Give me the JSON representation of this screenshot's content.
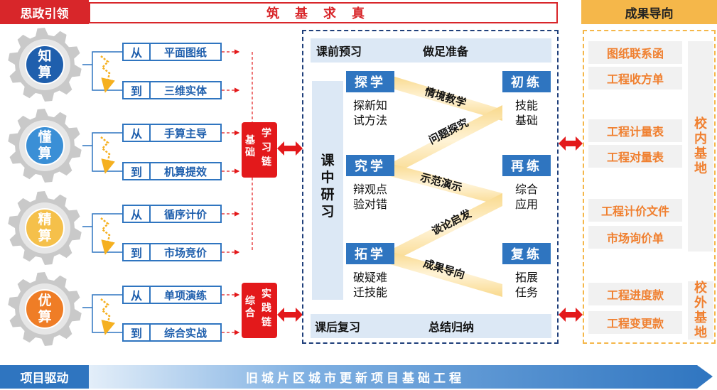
{
  "header": {
    "left_tag": "思政引领",
    "title": "筑基求真",
    "right_tag": "成果导向"
  },
  "gears": [
    {
      "top": "知",
      "bottom": "算",
      "color": "#1f5fad",
      "from": "平面图纸",
      "to": "三维实体"
    },
    {
      "top": "懂",
      "bottom": "算",
      "color": "#3a8fd6",
      "from": "手算主导",
      "to": "机算提效"
    },
    {
      "top": "精",
      "bottom": "算",
      "color": "#f5c04a",
      "from": "循序计价",
      "to": "市场竞价"
    },
    {
      "top": "优",
      "bottom": "算",
      "color": "#ef7d26",
      "from": "单项演练",
      "to": "综合实战"
    }
  ],
  "from_label": "从",
  "to_label": "到",
  "chains": {
    "learning": {
      "left": "基础",
      "right": "学习链"
    },
    "practice": {
      "left": "综合",
      "right": "实践链"
    }
  },
  "center": {
    "pre": {
      "label": "课前预习",
      "value": "做足准备"
    },
    "mid": "课中研习",
    "post": {
      "label": "课后复习",
      "value": "总结归纳"
    },
    "learn": [
      {
        "label": "探学",
        "desc1": "探新知",
        "desc2": "试方法"
      },
      {
        "label": "究学",
        "desc1": "辩观点",
        "desc2": "验对错"
      },
      {
        "label": "拓学",
        "desc1": "破疑难",
        "desc2": "迁技能"
      }
    ],
    "practice": [
      {
        "label": "初练",
        "desc1": "技能",
        "desc2": "基础"
      },
      {
        "label": "再练",
        "desc1": "综合",
        "desc2": "应用"
      },
      {
        "label": "复练",
        "desc1": "拓展",
        "desc2": "任务"
      }
    ],
    "methods": [
      "情境教学",
      "问题探究",
      "示范演示",
      "谈论启发",
      "成果导向"
    ]
  },
  "right": {
    "inner_items": [
      "图纸联系函",
      "工程收方单",
      "工程计量表",
      "工程对量表",
      "工程计价文件",
      "市场询价单"
    ],
    "outer_items": [
      "工程进度款",
      "工程变更款"
    ],
    "inner_label": "校内基地",
    "outer_label": "校外基地"
  },
  "footer": {
    "left_tag": "项目驱动",
    "title": "旧城片区城市更新项目基础工程"
  },
  "colors": {
    "red": "#d8262a",
    "blue": "#2f75c0",
    "orange": "#f5b74a",
    "accent_orange": "#f08030"
  }
}
